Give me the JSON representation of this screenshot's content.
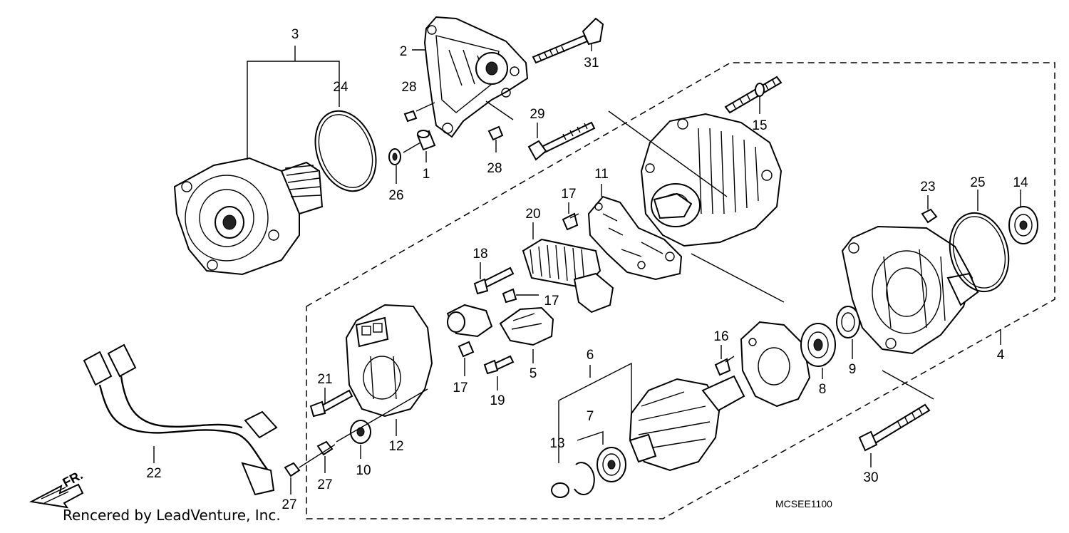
{
  "labels": {
    "p1": "1",
    "p2": "2",
    "p3": "3",
    "p4": "4",
    "p5": "5",
    "p6": "6",
    "p7": "7",
    "p8": "8",
    "p9": "9",
    "p10": "10",
    "p11": "11",
    "p12": "12",
    "p13": "13",
    "p14": "14",
    "p15": "15",
    "p16": "16",
    "p17a": "17",
    "p17b": "17",
    "p17c": "17",
    "p18": "18",
    "p19": "19",
    "p20": "20",
    "p21": "21",
    "p22": "22",
    "p23": "23",
    "p24": "24",
    "p25": "25",
    "p26": "26",
    "p27a": "27",
    "p27b": "27",
    "p28a": "28",
    "p28b": "28",
    "p29": "29",
    "p30": "30",
    "p31": "31"
  },
  "direction_label": "FR.",
  "diagram_code": "MCSEE1100",
  "credit": "Rencered by LeadVenture, Inc."
}
